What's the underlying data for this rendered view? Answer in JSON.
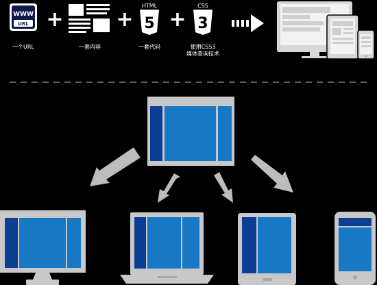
{
  "top_row": {
    "url_icon": {
      "www_label": "WWW",
      "url_label": "URL",
      "caption": "一个URL"
    },
    "content_icon": {
      "caption": "一套内容"
    },
    "html_icon": {
      "label": "HTML",
      "glyph": "5",
      "caption": "一套代码"
    },
    "css_icon": {
      "label": "CSS",
      "glyph": "3",
      "caption_line1": "使用CSS3",
      "caption_line2": "媒体查询技术"
    },
    "plus_symbol": "+",
    "result": "multi-device-icon"
  },
  "colors": {
    "background": "#000000",
    "device_frame": "#c8c8c8",
    "panel_dark": "#0a3f93",
    "panel_main": "#1778c6",
    "arrow": "#bdbdbd",
    "dash": "#9a9a9a"
  },
  "layout_panels": {
    "source": "three-column-layout",
    "targets": [
      "desktop-monitor",
      "laptop",
      "tablet",
      "phone"
    ]
  }
}
